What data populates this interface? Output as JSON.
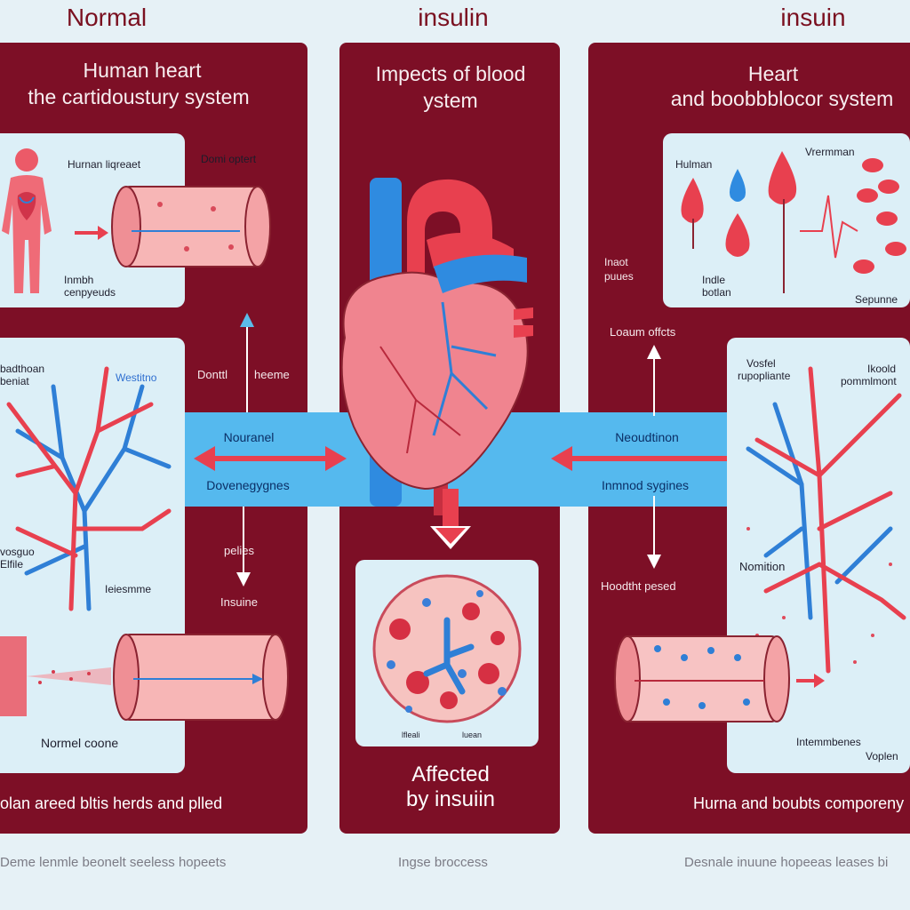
{
  "columns": {
    "left": {
      "title": "Normal"
    },
    "center": {
      "title": "insulin"
    },
    "right": {
      "title": "insuin"
    }
  },
  "left_panel": {
    "title_line1": "Human heart",
    "title_line2": "the cartidoustury system",
    "card1_label_top": "Hurnan liqreaet",
    "card1_label_right": "Domi optert",
    "card1_label_bottom": "Inmbh",
    "card1_label_bottom2": "cenpyeuds",
    "card2_label_left": "badthoan",
    "card2_label_left2": "beniat",
    "card2_label_right": "Westitno",
    "card2_label_mid": "Ieiesmme",
    "card2_label_lower": "vosguo",
    "card2_label_lower2": "Elfile",
    "card3_label": "Normel coone",
    "mid_label_top": "Donttl",
    "mid_label_top2": "heeme",
    "mid_label_poles": "pelies",
    "mid_label_insuine": "Insuine",
    "bottom_text": "olan areed bltis herds and plled"
  },
  "center_panel": {
    "title_line1": "Impects of blood",
    "title_line2": "ystem",
    "circle_label1": "lfleali",
    "circle_label2": "luean",
    "bottom_text_line1": "Affected",
    "bottom_text_line2": "by insuiin"
  },
  "right_panel": {
    "title_line1": "Heart",
    "title_line2": "and boobbblocor system",
    "card1_label_human": "Hulman",
    "card1_label_vrerman": "Vrermman",
    "card1_label_side": "Inaot",
    "card1_label_side2": "puues",
    "card1_label_bottom": "Indle",
    "card1_label_bottom2": "botlan",
    "card1_label_right": "Sepunne",
    "mid_label": "Loaum offcts",
    "card2_label_left": "Vosfel",
    "card2_label_left2": "rupopliante",
    "card2_label_right": "Ikoold",
    "card2_label_right2": "pommlmont",
    "card2_label_normal": "Nomition",
    "card2_label_hooth": "Hoodtht pesed",
    "card3_label": "Intemmbenes",
    "card3_label2": "Voplen",
    "bottom_text": "Hurna and boubts comporeny"
  },
  "bands": {
    "left_top": "Nouranel",
    "left_bottom": "Dovenegygnes",
    "right_top": "Neoudtinon",
    "right_bottom": "Inmnod sygines"
  },
  "footer": {
    "left": "Deme lenmle beonelt seeless hopeets",
    "center": "Ingse broccess",
    "right": "Desnale inuune hopeeas leases bi"
  },
  "colors": {
    "panel": "#7d0f26",
    "card": "#dceff7",
    "band": "#55b9ee",
    "vessel_red": "#e8404f",
    "vessel_blue": "#2f7fd6",
    "background": "#e6f1f6"
  }
}
